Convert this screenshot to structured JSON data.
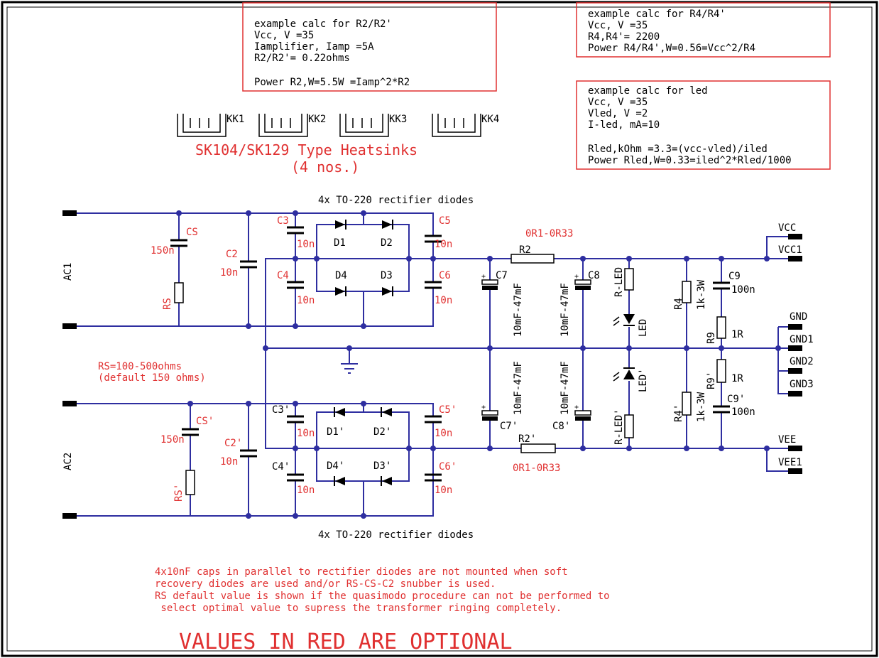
{
  "boxes": {
    "r2": [
      "example calc for R2/R2'",
      "Vcc, V =35",
      "Iamplifier, Iamp =5A",
      "R2/R2'= 0.22ohms",
      "",
      "Power R2,W=5.5W =Iamp^2*R2"
    ],
    "r4": [
      "example calc for R4/R4'",
      "Vcc, V =35",
      "R4,R4'= 2200",
      "Power R4/R4',W=0.56=Vcc^2/R4"
    ],
    "led": [
      "example calc for led",
      "Vcc, V =35",
      "Vled, V =2",
      "I-led, mA=10",
      "",
      "Rled,kOhm =3.3=(vcc-vled)/iled",
      "Power Rled,W=0.33=iled^2*Rled/1000"
    ]
  },
  "heatsinks": {
    "labels": [
      "KK1",
      "KK2",
      "KK3",
      "KK4"
    ],
    "title": "SK104/SK129 Type Heatsinks",
    "subtitle": "(4 nos.)"
  },
  "rectifier_label": "4x TO-220 rectifier diodes",
  "connectors": {
    "ac1": "AC1",
    "ac2": "AC2",
    "vcc": "VCC",
    "vcc1": "VCC1",
    "gnd": "GND",
    "gnd1": "GND1",
    "gnd2": "GND2",
    "gnd3": "GND3",
    "vee": "VEE",
    "vee1": "VEE1"
  },
  "components": {
    "cs": "CS",
    "cs_val": "150n",
    "rs": "RS",
    "c2": "C2",
    "c2_val": "10n",
    "c3": "C3",
    "c4": "C4",
    "c5": "C5",
    "c6": "C6",
    "c3_val": "10n",
    "c4_val": "10n",
    "c5_val": "10n",
    "c6_val": "10n",
    "d1": "D1",
    "d2": "D2",
    "d3": "D3",
    "d4": "D4",
    "r2": "R2",
    "r2_val": "0R1-0R33",
    "c7": "C7",
    "c7_val": "10mF-47mF",
    "c8": "C8",
    "c8_val": "10mF-47mF",
    "rled": "R-LED",
    "led": "LED",
    "r4": "R4",
    "r4_val": "1k-3W",
    "c9": "C9",
    "c9_val": "100n",
    "r9": "R9",
    "r9_val": "1R",
    "csp": "CS'",
    "csp_val": "150n",
    "rsp": "RS'",
    "c2p": "C2'",
    "c2p_val": "10n",
    "c3p": "C3'",
    "c4p": "C4'",
    "c5p": "C5'",
    "c6p": "C6'",
    "c3p_val": "10n",
    "c4p_val": "10n",
    "c5p_val": "10n",
    "c6p_val": "10n",
    "d1p": "D1'",
    "d2p": "D2'",
    "d3p": "D3'",
    "d4p": "D4'",
    "r2p": "R2'",
    "r2p_val": "0R1-0R33",
    "c7p": "C7'",
    "c7p_val": "10mF-47mF",
    "c8p": "C8'",
    "c8p_val": "10mF-47mF",
    "rledp": "R-LED'",
    "ledp": "LED'",
    "r4p": "R4'",
    "r4p_val": "1k-3W",
    "c9p": "C9'",
    "c9p_val": "100n",
    "r9p": "R9'",
    "r9p_val": "1R"
  },
  "rs_note": [
    "RS=100-500ohms",
    "(default 150 ohms)"
  ],
  "notes": [
    "4x10nF caps in parallel to rectifier diodes are not mounted when soft",
    "recovery diodes are used and/or RS-CS-C2 snubber is used.",
    "RS default value is shown if the quasimodo procedure can not be performed to",
    " select optimal value to supress the transformer ringing completely."
  ],
  "footer": "VALUES IN RED ARE OPTIONAL",
  "colors": {
    "wire": "#2e2ea0",
    "optional": "#e03030",
    "text": "#000000"
  }
}
